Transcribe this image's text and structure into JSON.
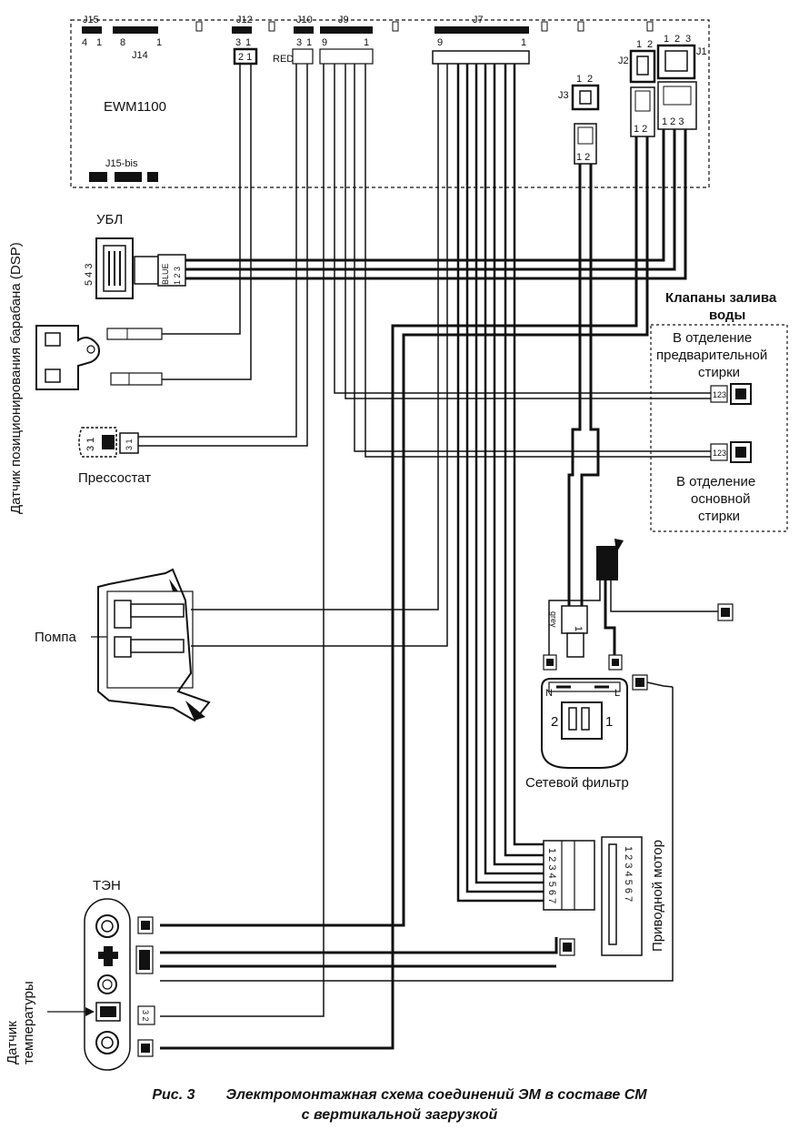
{
  "board": {
    "name": "EWM1100",
    "connectors": {
      "j15": "J15",
      "j15_pins": [
        "4",
        "1"
      ],
      "j14": "J14",
      "j14_pins": [
        "8",
        "1"
      ],
      "j12": "J12",
      "j12_pins": [
        "3",
        "1"
      ],
      "j12_plug": "2 1",
      "j10": "J10",
      "j10_pins": [
        "3",
        "1"
      ],
      "j10_color": "RED",
      "j9": "J9",
      "j9_pins": [
        "9",
        "1"
      ],
      "j7": "J7",
      "j7_pins": [
        "9",
        "1"
      ],
      "j3": "J3",
      "j3_pins": [
        "1",
        "2"
      ],
      "j2": "J2",
      "j2_pins": [
        "1",
        "2"
      ],
      "j1": "J1",
      "j1_pins": [
        "1",
        "2",
        "3"
      ],
      "j15bis": "J15-bis"
    },
    "plug_pins": {
      "j3": "1 2",
      "j2": "1 2",
      "j1": "1 2 3"
    }
  },
  "components": {
    "ubl": {
      "label": "УБЛ",
      "pins": "5 4 3",
      "color": "BLUE",
      "plug_pins": "1 2 3"
    },
    "dsp": {
      "label": "Датчик позиционирования барабана (DSP)"
    },
    "pressostat": {
      "label": "Прессостат",
      "pins": "3 1",
      "plug_pins": "3 1"
    },
    "pump": {
      "label": "Помпа"
    },
    "valves": {
      "title_line1": "Клапаны залива",
      "title_line2": "воды",
      "prewash_line1": "В отделение",
      "prewash_line2": "предварительной",
      "prewash_line3": "стирки",
      "main_line1": "В отделение",
      "main_line2": "основной",
      "main_line3": "стирки",
      "plug_pins": "123"
    },
    "mains_filter": {
      "label": "Сетевой фильтр",
      "n": "N",
      "l": "L",
      "pin_left": "2",
      "pin_right": "1",
      "wire_color": "grey",
      "plug_pins": "1 2"
    },
    "motor": {
      "label": "Приводной мотор",
      "pins": "1 2 3 4 5 6 7"
    },
    "heater": {
      "label": "ТЭН"
    },
    "temp_sensor": {
      "label_line1": "Датчик",
      "label_line2": "температуры",
      "plug_pins": "3 2"
    }
  },
  "caption": {
    "figure": "Рис. 3",
    "line1": "Электромонтажная схема соединений ЭМ в составе СМ",
    "line2": "с вертикальной загрузкой"
  }
}
